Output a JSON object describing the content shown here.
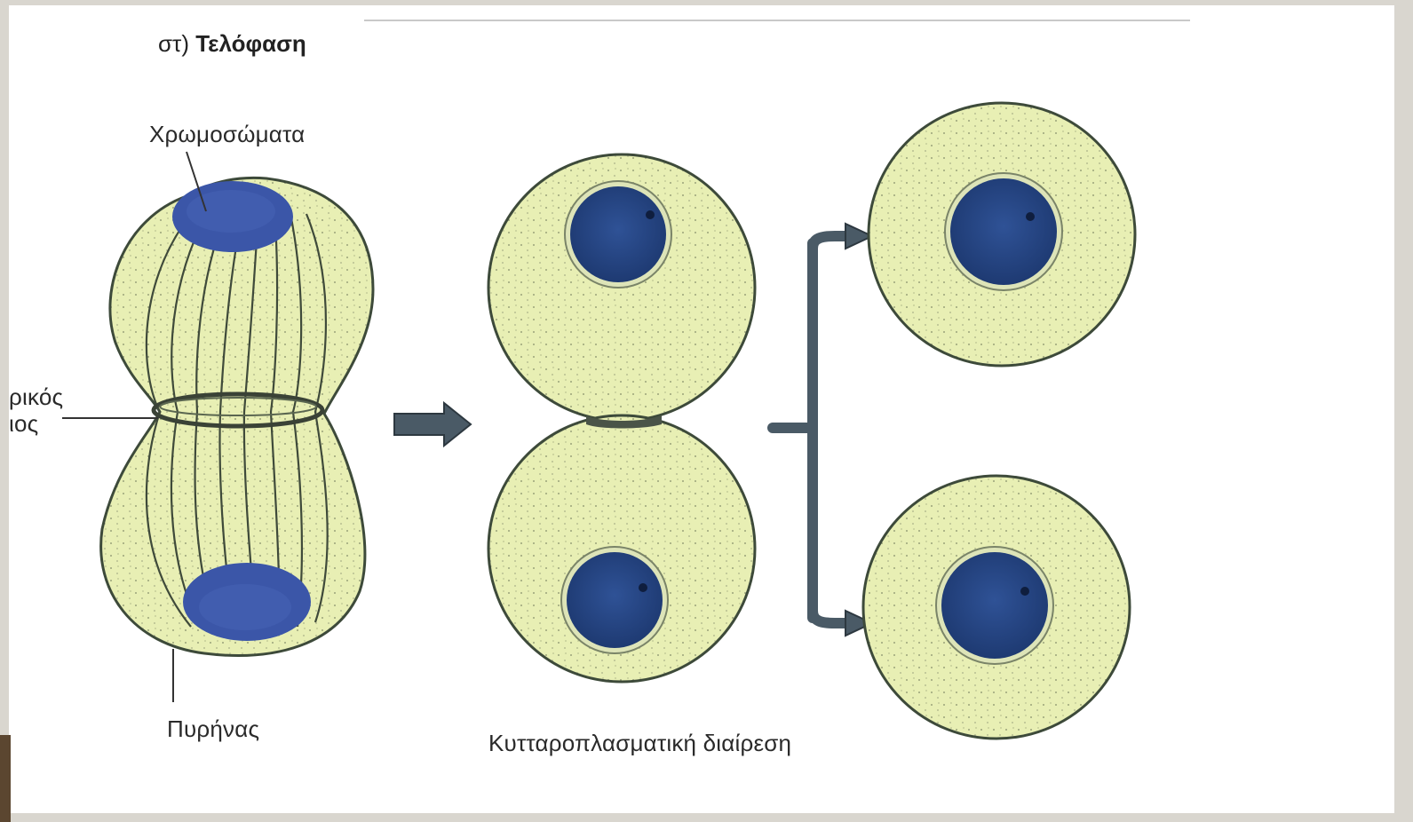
{
  "title": {
    "prefix": "στ)",
    "name": "Τελόφαση"
  },
  "labels": {
    "chromosomes": "Χρωμοσώματα",
    "ring_line1": "ρικός",
    "ring_line2": "ιος",
    "nucleus": "Πυρήνας",
    "cytokinesis": "Κυτταροπλασματική διαίρεση"
  },
  "colors": {
    "cytoplasm": "#e8efb4",
    "nucleus": "#2a4a8a",
    "chromosome": "#3b56a8",
    "outline": "#3d4a3a",
    "arrow": "#4a5a66"
  },
  "icons": [
    "right-arrow-icon",
    "split-bracket-arrow-icon"
  ]
}
